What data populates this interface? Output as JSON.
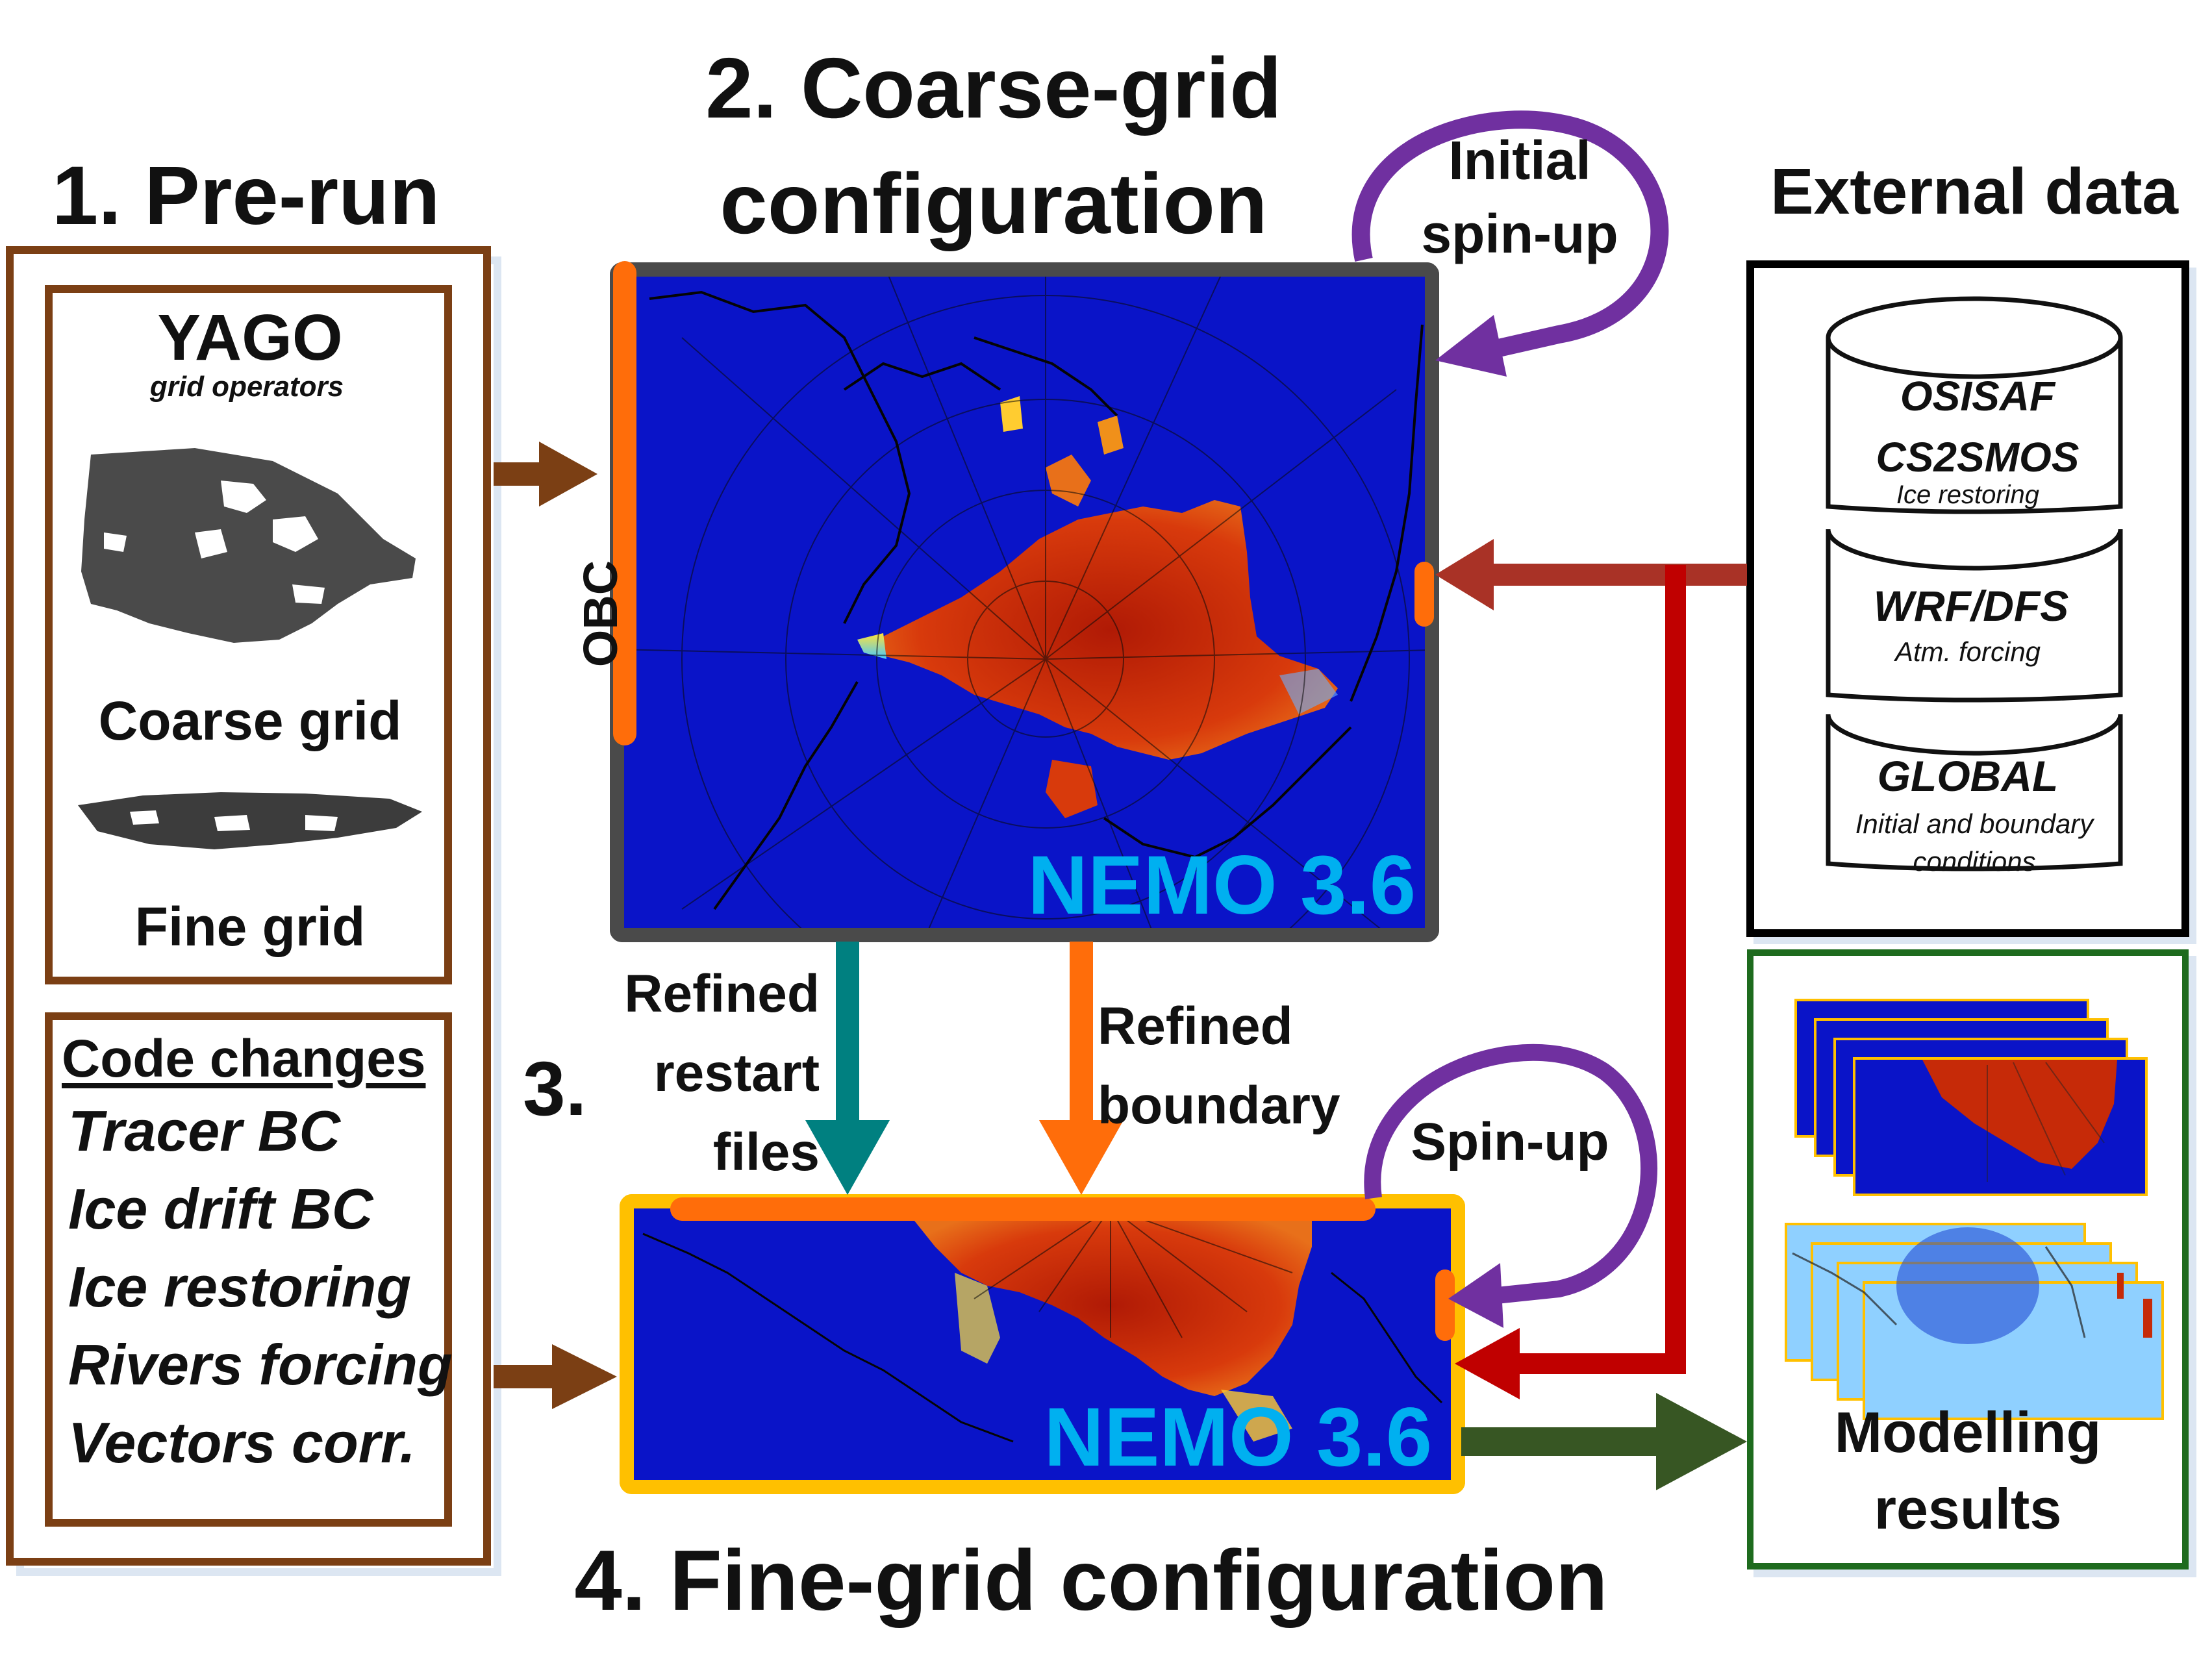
{
  "headings": {
    "pre_run": "1. Pre-run",
    "coarse_line1": "2. Coarse-grid",
    "coarse_line2": "configuration",
    "step3": "3.",
    "fine": "4. Fine-grid configuration",
    "external": "External data"
  },
  "pre_run": {
    "yago_title": "YAGO",
    "yago_subtitle": "grid operators",
    "coarse_label": "Coarse grid",
    "fine_label": "Fine grid",
    "code_title": "Code changes",
    "code_items": [
      "Tracer BC",
      "Ice drift BC",
      "Ice restoring",
      "Rivers forcing",
      "Vectors corr."
    ]
  },
  "coarse_map": {
    "model_label": "NEMO 3.6",
    "obc_label": "OBC"
  },
  "fine_map": {
    "model_label": "NEMO 3.6"
  },
  "loops": {
    "initial_line1": "Initial",
    "initial_line2": "spin-up",
    "spinup": "Spin-up"
  },
  "transfer": {
    "restart_line1": "Refined",
    "restart_line2": "restart",
    "restart_line3": "files",
    "boundary_line1": "Refined",
    "boundary_line2": "boundary"
  },
  "external": {
    "db1_line1": "OSISAF",
    "db1_line2": "CS2SMOS",
    "db1_sub": "Ice restoring",
    "db2_title": "WRF/DFS",
    "db2_sub": "Atm. forcing",
    "db3_title": "GLOBAL",
    "db3_sub_line1": "Initial and boundary",
    "db3_sub_line2": "conditions"
  },
  "results": {
    "line1": "Modelling",
    "line2": "results"
  },
  "colors": {
    "brown": "#7b3f14",
    "orange": "#ff6d0a",
    "teal": "#008080",
    "purple": "#7030a0",
    "dark_red": "#c00000",
    "brick_red": "#a93226",
    "green": "#375623",
    "box_green": "#1e6b1e",
    "fine_border": "#ffc000",
    "coarse_border": "#4a4a4a",
    "ocean": "#0a14c8",
    "ice": "#c62a08",
    "nemo_text": "#00b0f0"
  }
}
